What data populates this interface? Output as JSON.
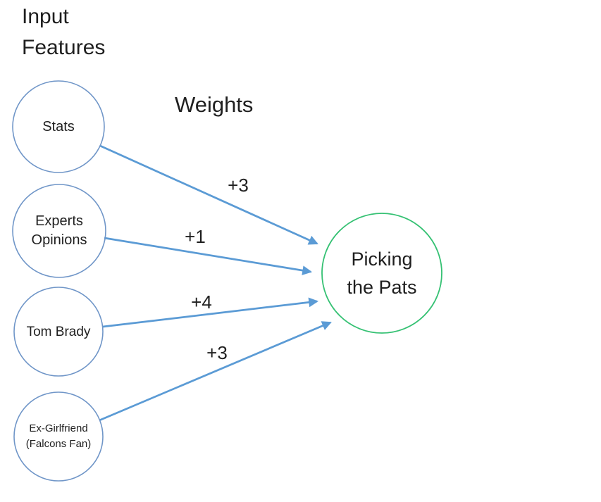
{
  "diagram": {
    "title": "Input Features",
    "weights_heading": "Weights",
    "inputs": [
      {
        "label": "Stats"
      },
      {
        "label": "Experts Opinions"
      },
      {
        "label": "Tom Brady"
      },
      {
        "label": "Ex-Girlfriend (Falcons Fan)"
      }
    ],
    "weights": [
      "+3",
      "+1",
      "+4",
      "+3"
    ],
    "output": {
      "label": "Picking the Pats"
    },
    "colors": {
      "input_node_stroke": "#7096c8",
      "output_node_stroke": "#35c173",
      "arrow": "#5b9bd5",
      "text": "#1f1f1f"
    }
  }
}
